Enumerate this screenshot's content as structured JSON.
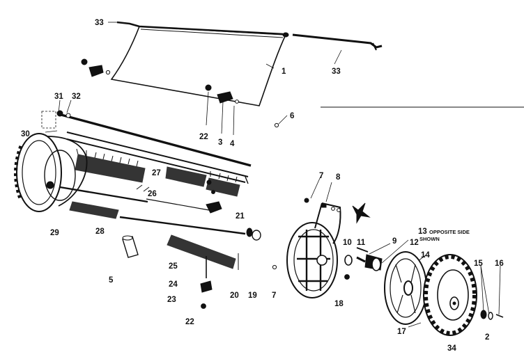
{
  "diagram": {
    "labels": {
      "l1": "1",
      "l2": "2",
      "l3": "3",
      "l4": "4",
      "l5": "5",
      "l6": "6",
      "l7a": "7",
      "l7b": "7",
      "l8": "8",
      "l9": "9",
      "l10": "10",
      "l11": "11",
      "l12": "12",
      "l13": "13",
      "l14": "14",
      "l15": "15",
      "l16": "16",
      "l17": "17",
      "l18": "18",
      "l19": "19",
      "l20": "20",
      "l21": "21",
      "l22a": "22",
      "l22b": "22",
      "l23": "23",
      "l24": "24",
      "l25": "25",
      "l26": "26",
      "l27": "27",
      "l28": "28",
      "l29": "29",
      "l30": "30",
      "l31": "31",
      "l32": "32",
      "l33a": "33",
      "l33b": "33",
      "l34": "34"
    },
    "note_line1": "OPPOSITE SIDE",
    "note_line2": "SHOWN"
  }
}
